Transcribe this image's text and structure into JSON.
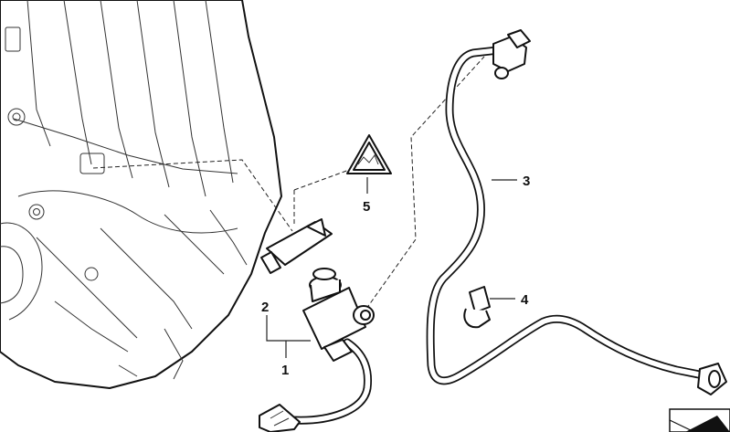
{
  "callouts": {
    "c1": "1",
    "c2": "2",
    "c3": "3",
    "c4": "4",
    "c5": "5"
  },
  "colors": {
    "line": "#111111",
    "background": "#ffffff"
  },
  "icons": {
    "warning": "warning-triangle-icon",
    "corner": "page-corner-icon"
  }
}
